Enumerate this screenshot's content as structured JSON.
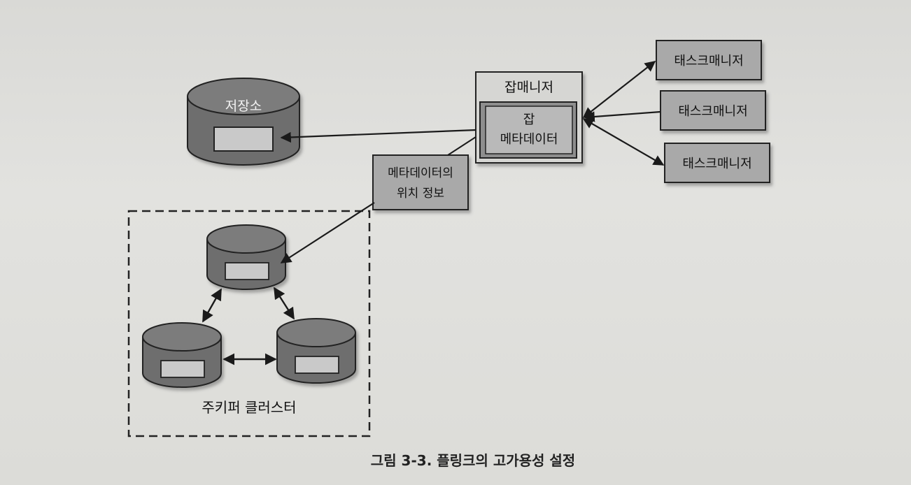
{
  "storage": {
    "label": "저장소"
  },
  "jobmanager": {
    "title": "잡매니저",
    "metadata_line1": "잡",
    "metadata_line2": "메타데이터"
  },
  "metadata_location": {
    "line1": "메타데이터의",
    "line2": "위치 정보"
  },
  "taskmanagers": [
    "태스크매니저",
    "태스크매니저",
    "태스크매니저"
  ],
  "zookeeper": {
    "label": "주키퍼 클러스터"
  },
  "caption": "그림 3-3. 플링크의 고가용성 설정"
}
